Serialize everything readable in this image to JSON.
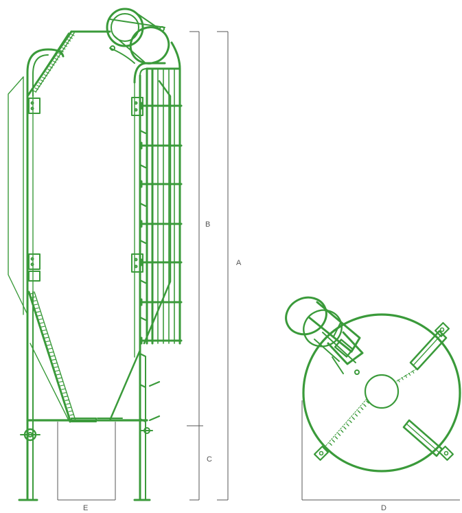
{
  "colors": {
    "silo_line": "#3a9a3a",
    "dimension_line": "#555555",
    "label_text": "#555555",
    "background": "#ffffff"
  },
  "dimension_labels": {
    "a": "A",
    "b": "B",
    "c": "C",
    "d": "D",
    "e": "E"
  }
}
